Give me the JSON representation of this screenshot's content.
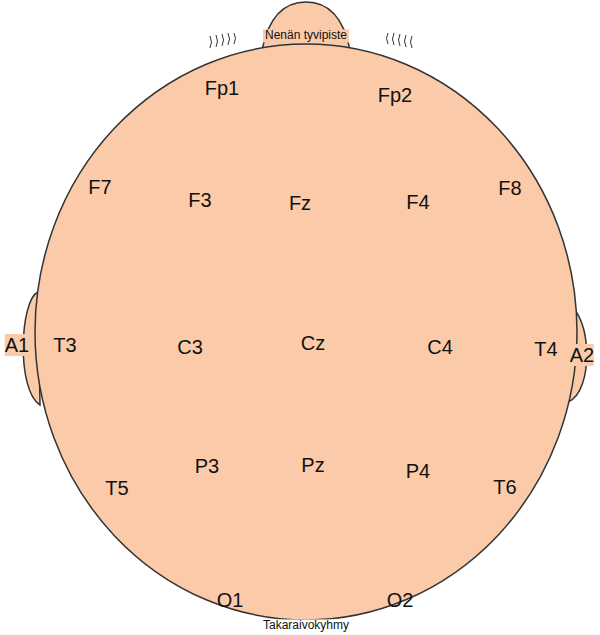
{
  "diagram": {
    "labels": [
      "Nenän tyvipiste",
      "Fp1",
      "Fp2",
      "F7",
      "F3",
      "Fz",
      "F4",
      "F8",
      "A1",
      "T3",
      "C3",
      "Cz",
      "C4",
      "T4",
      "A2",
      "T5",
      "P3",
      "Pz",
      "P4",
      "T6",
      "O1",
      "O2",
      "Takaraivokyhmy"
    ]
  }
}
